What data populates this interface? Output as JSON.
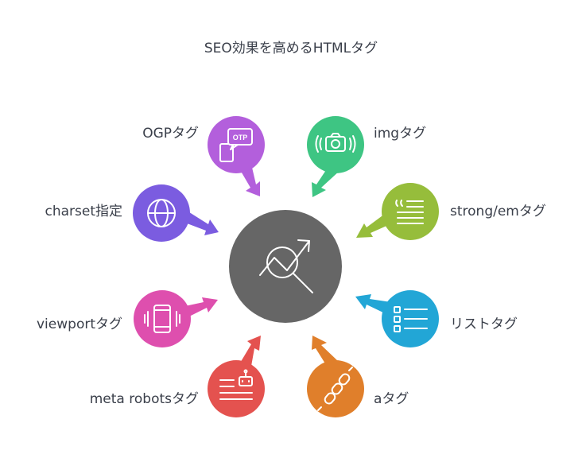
{
  "title": "SEO効果を高めるHTMLタグ",
  "center": {
    "icon": "trending-analysis-icon",
    "color": "#666666"
  },
  "nodes": [
    {
      "id": "ogp",
      "label": "OGPタグ",
      "icon": "otp-phone-icon",
      "color": "#b35fdc"
    },
    {
      "id": "img",
      "label": "imgタグ",
      "icon": "camera-icon",
      "color": "#3ec583"
    },
    {
      "id": "charset",
      "label": "charset指定",
      "icon": "globe-icon",
      "color": "#7b5ce0"
    },
    {
      "id": "strong",
      "label": "strong/emタグ",
      "icon": "quote-text-icon",
      "color": "#96bd3b"
    },
    {
      "id": "viewport",
      "label": "viewportタグ",
      "icon": "mobile-device-icon",
      "color": "#de4fae"
    },
    {
      "id": "list",
      "label": "リストタグ",
      "icon": "list-icon",
      "color": "#22a6d6"
    },
    {
      "id": "meta",
      "label": "meta robotsタグ",
      "icon": "robot-document-icon",
      "color": "#e4524f"
    },
    {
      "id": "a",
      "label": "aタグ",
      "icon": "chain-link-icon",
      "color": "#e07f2b"
    }
  ]
}
